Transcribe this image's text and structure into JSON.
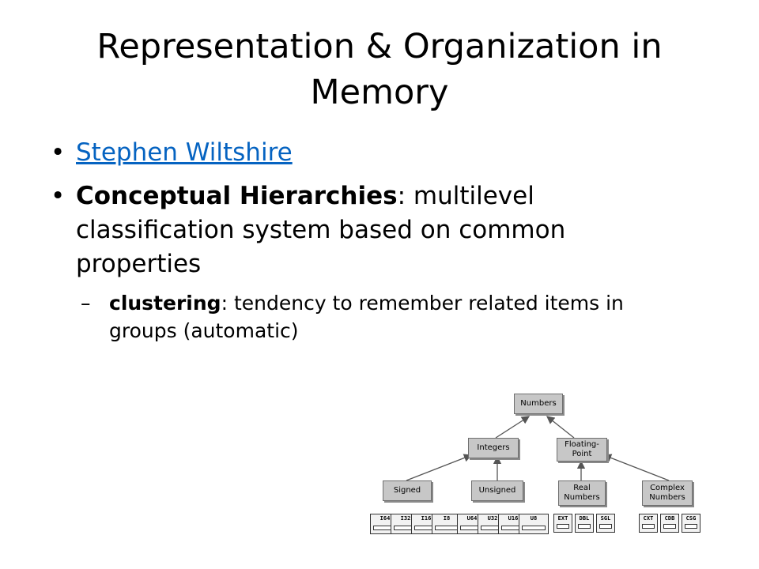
{
  "title": {
    "line1": "Representation & Organization in",
    "line2": "Memory"
  },
  "bullets": {
    "item1_link": "Stephen Wiltshire",
    "item2_term": "Conceptual Hierarchies",
    "item2_line1": ": multilevel",
    "item2_line2": "classification system based on common",
    "item2_line3": "properties",
    "sub_dash": "–",
    "sub_term": "clustering",
    "sub_line1": ": tendency to remember related items in",
    "sub_line2": "groups (automatic)"
  },
  "diagram": {
    "root": "Numbers",
    "integers": "Integers",
    "floating": "Floating-Point",
    "signed": "Signed",
    "unsigned": "Unsigned",
    "real": "Real Numbers",
    "complex": "Complex Numbers",
    "terminals": [
      "I64",
      "I32",
      "I16",
      "I8",
      "U64",
      "U32",
      "U16",
      "U8",
      "EXT",
      "DBL",
      "SGL",
      "CXT",
      "CDB",
      "CSG"
    ]
  }
}
